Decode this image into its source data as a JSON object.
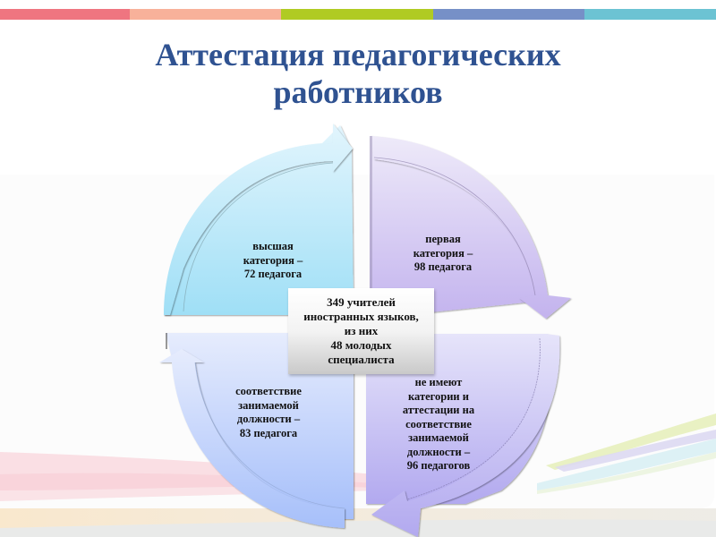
{
  "header": {
    "title_line1": "Аттестация педагогических",
    "title_line2": "работников"
  },
  "topbar": {
    "colors": [
      "#ef7580",
      "#f8b19a",
      "#b0cb23",
      "#7690c7",
      "#6cc3d3"
    ]
  },
  "diagram": {
    "center": {
      "lines": [
        "349 учителей",
        "иностранных языков,",
        "из них",
        "48 молодых",
        "специалиста"
      ]
    },
    "quadrants": [
      {
        "id": "top-left",
        "lines": [
          "высшая",
          "категория –",
          "72 педагога"
        ],
        "color_top": "#e2f5fd",
        "color_bottom": "#9fdff6"
      },
      {
        "id": "top-right",
        "lines": [
          "первая",
          "категория –",
          "98 педагога"
        ],
        "color_top": "#eeeaf9",
        "color_bottom": "#c3b3ee"
      },
      {
        "id": "bottom-left",
        "lines": [
          "соответствие",
          "занимаемой",
          "должности –",
          "83 педагога"
        ],
        "color_top": "#e6ecfd",
        "color_bottom": "#a6bffa"
      },
      {
        "id": "bottom-right",
        "lines": [
          "не имеют",
          "категории и",
          "аттестации на",
          "соответствие",
          "занимаемой",
          "должности –",
          "96 педагогов"
        ],
        "color_top": "#e6e4fa",
        "color_bottom": "#b2a9ef"
      }
    ]
  }
}
